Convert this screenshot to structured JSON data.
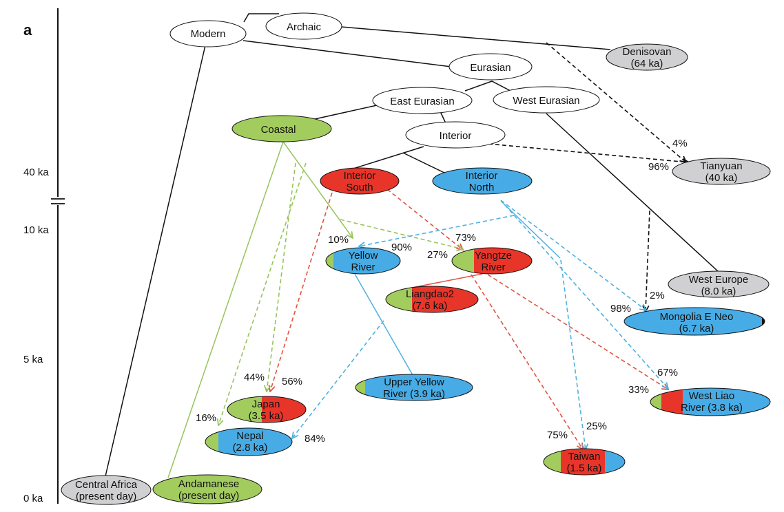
{
  "panel_label": "a",
  "axis": {
    "ticks": [
      "40 ka",
      "10 ka",
      "5 ka",
      "0 ka"
    ]
  },
  "colors": {
    "coastal_green": "#a3cc5e",
    "south_red": "#e8352a",
    "north_blue": "#47ace6",
    "grey": "#d0d0d2",
    "white": "#ffffff",
    "red_arrow": "#e0533f",
    "blue_arrow": "#4eb0e0",
    "green_arrow": "#96c45b",
    "black": "#111111"
  },
  "nodes": {
    "modern": [
      "Modern"
    ],
    "archaic": [
      "Archaic"
    ],
    "denisovan": [
      "Denisovan",
      "(64 ka)"
    ],
    "eurasian": [
      "Eurasian"
    ],
    "east_eurasian": [
      "East Eurasian"
    ],
    "west_eurasian": [
      "West Eurasian"
    ],
    "coastal": [
      "Coastal"
    ],
    "interior": [
      "Interior"
    ],
    "interior_south": [
      "Interior",
      "South"
    ],
    "interior_north": [
      "Interior",
      "North"
    ],
    "tianyuan": [
      "Tianyuan",
      "(40 ka)"
    ],
    "yellow_river": [
      "Yellow",
      "River"
    ],
    "yangtze_river": [
      "Yangtze",
      "River"
    ],
    "liangdao2": [
      "Liangdao2",
      "(7.6 ka)"
    ],
    "west_europe": [
      "West Europe",
      "(8.0 ka)"
    ],
    "mongolia_e_neo": [
      "Mongolia E Neo",
      "(6.7 ka)"
    ],
    "upper_yellow_river": [
      "Upper Yellow",
      "River (3.9 ka)"
    ],
    "japan": [
      "Japan",
      "(3.5 ka)"
    ],
    "nepal": [
      "Nepal",
      "(2.8 ka)"
    ],
    "west_liao_river": [
      "West Liao",
      "River (3.8 ka)"
    ],
    "taiwan": [
      "Taiwan",
      "(1.5 ka)"
    ],
    "central_africa": [
      "Central Africa",
      "(present day)"
    ],
    "andamanese": [
      "Andamanese",
      "(present day)"
    ]
  },
  "percentages": {
    "tianyuan_denisovan": "4%",
    "tianyuan_interior": "96%",
    "yellow_coastal": "10%",
    "yellow_north": "90%",
    "yangtze_south": "73%",
    "yangtze_coastal": "27%",
    "mongolia_tianyuan": "2%",
    "mongolia_north": "98%",
    "japan_coastal": "44%",
    "japan_south": "56%",
    "nepal_coastal": "16%",
    "nepal_north": "84%",
    "westliao_north": "67%",
    "westliao_yangtze": "33%",
    "taiwan_north": "25%",
    "taiwan_yangtze": "75%"
  }
}
